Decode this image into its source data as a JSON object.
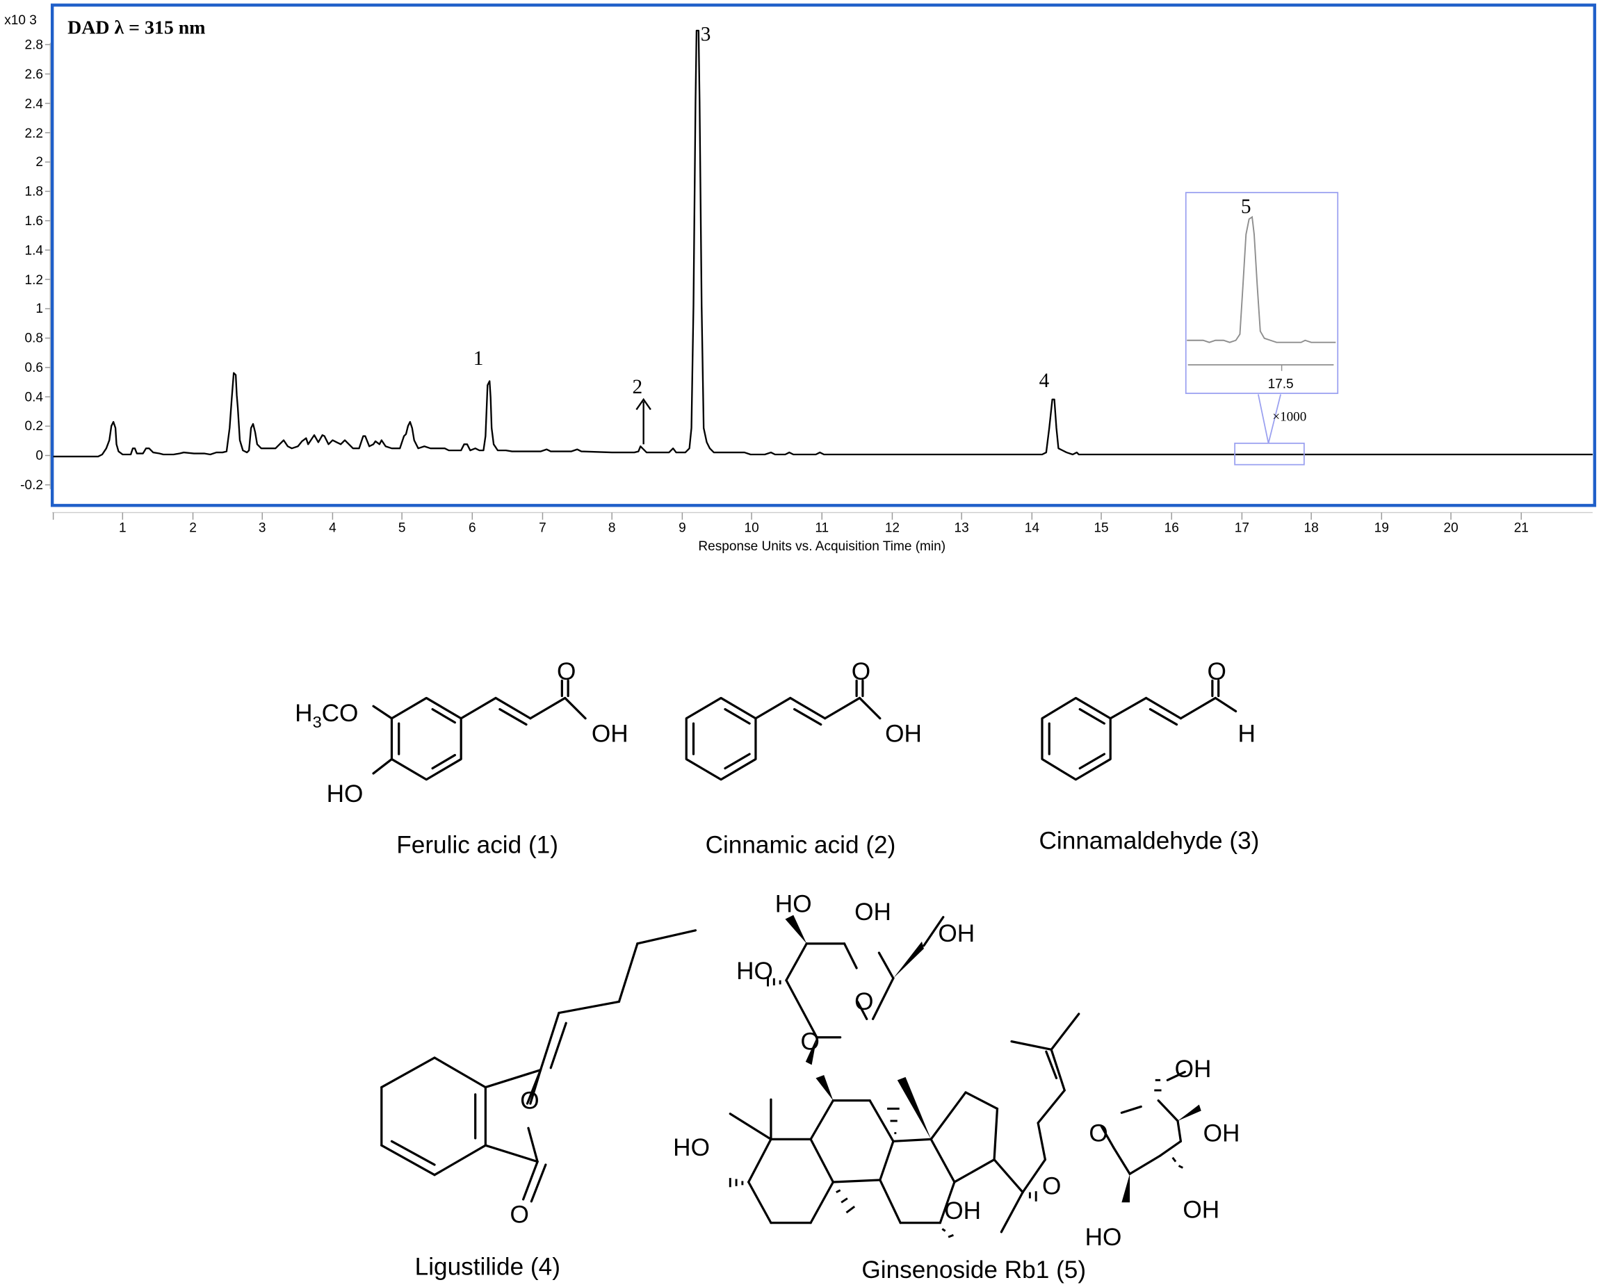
{
  "chart_data": {
    "type": "line",
    "title": "DAD λ = 315 nm",
    "xlabel": "Response Units vs. Acquisition Time (min)",
    "ylabel": "",
    "y_multiplier": "x10 3",
    "xlim": [
      0,
      22
    ],
    "ylim": [
      -0.35,
      2.9
    ],
    "x_ticks": [
      "1",
      "2",
      "3",
      "4",
      "5",
      "6",
      "7",
      "8",
      "9",
      "10",
      "11",
      "12",
      "13",
      "14",
      "15",
      "16",
      "17",
      "18",
      "19",
      "20",
      "21"
    ],
    "y_ticks": [
      "-0.2",
      "0",
      "0.2",
      "0.4",
      "0.6",
      "0.8",
      "1",
      "1.2",
      "1.4",
      "1.6",
      "1.8",
      "2",
      "2.2",
      "2.4",
      "2.6",
      "2.8"
    ],
    "grid": false,
    "peaks": [
      {
        "label": "1",
        "time_min": 6.25,
        "response_x1000": 0.52
      },
      {
        "label": "2",
        "time_min": 8.45,
        "response_x1000": 0.04
      },
      {
        "label": "3",
        "time_min": 9.22,
        "response_x1000": 2.88
      },
      {
        "label": "4",
        "time_min": 14.32,
        "response_x1000": 0.4
      },
      {
        "label": "5",
        "time_min": 17.4,
        "response_x1000": 0.0
      }
    ],
    "unlabeled_peaks": [
      {
        "time_min": 0.88,
        "response_x1000": 0.22
      },
      {
        "time_min": 2.62,
        "response_x1000": 0.57
      },
      {
        "time_min": 2.88,
        "response_x1000": 0.21
      },
      {
        "time_min": 5.12,
        "response_x1000": 0.22
      }
    ],
    "inset": {
      "label": "5",
      "zoom_factor": "×1000",
      "x_tick": "17.5"
    }
  },
  "compounds": [
    {
      "name": "Ferulic acid (1)",
      "labels": {
        "methoxy": "H3CO",
        "hydroxy": "HO",
        "carbonyl_o": "O",
        "acid_oh": "OH"
      }
    },
    {
      "name": "Cinnamic acid (2)",
      "labels": {
        "carbonyl_o": "O",
        "acid_oh": "OH"
      }
    },
    {
      "name": "Cinnamaldehyde (3)",
      "labels": {
        "carbonyl_o": "O",
        "aldehyde_h": "H"
      }
    },
    {
      "name": "Ligustilide (4)",
      "labels": {
        "ring_o": "O",
        "carbonyl_o": "O"
      }
    },
    {
      "name": "Ginsenoside Rb1 (5)",
      "labels": {
        "oh": "OH",
        "ho": "HO",
        "o": "O"
      }
    }
  ]
}
